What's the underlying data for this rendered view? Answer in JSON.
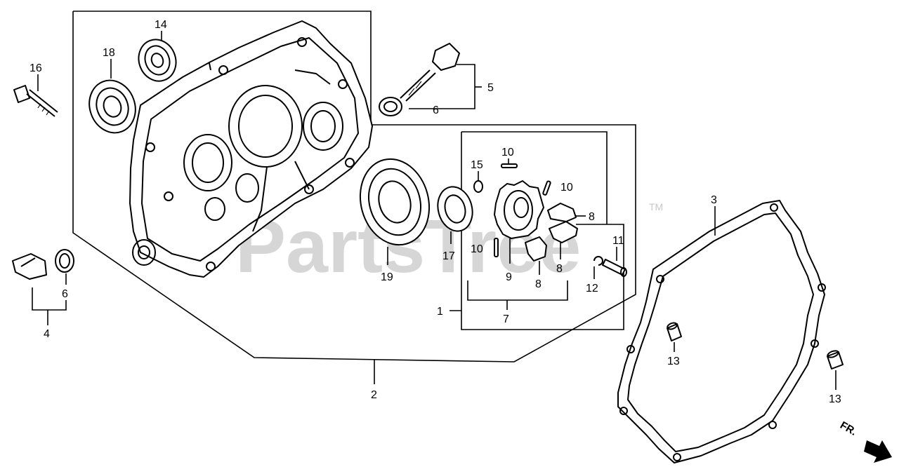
{
  "watermark": {
    "text": "PartsTree",
    "tm": "TM"
  },
  "direction_label": "FR.",
  "callouts": {
    "c1": "1",
    "c2": "2",
    "c3": "3",
    "c4": "4",
    "c5": "5",
    "c6a": "6",
    "c6b": "6",
    "c7": "7",
    "c8a": "8",
    "c8b": "8",
    "c8c": "8",
    "c9": "9",
    "c10a": "10",
    "c10b": "10",
    "c10c": "10",
    "c11": "11",
    "c12": "12",
    "c13a": "13",
    "c13b": "13",
    "c14": "14",
    "c15": "15",
    "c16": "16",
    "c17": "17",
    "c18": "18",
    "c19": "19"
  }
}
